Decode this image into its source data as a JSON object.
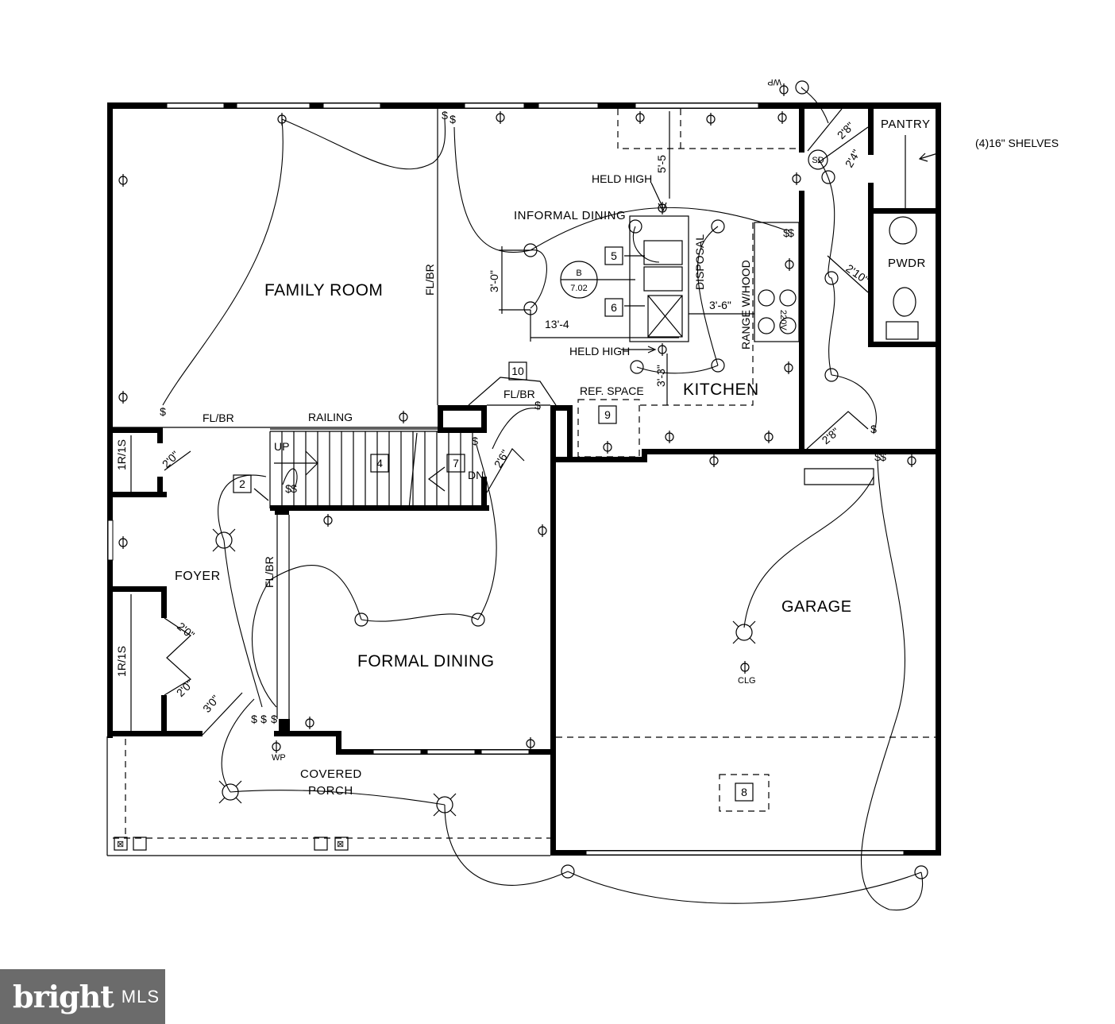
{
  "rooms": {
    "family_room": "FAMILY ROOM",
    "informal_dining": "INFORMAL DINING",
    "kitchen": "KITCHEN",
    "pantry": "PANTRY",
    "pwdr": "PWDR",
    "foyer": "FOYER",
    "formal_dining": "FORMAL DINING",
    "garage": "GARAGE",
    "covered_porch_1": "COVERED",
    "covered_porch_2": "PORCH"
  },
  "notes": {
    "shelves": "(4)16\" SHELVES",
    "held_high_top": "HELD HIGH",
    "held_high_bottom": "HELD HIGH",
    "disposal": "DISPOSAL",
    "range_hood": "RANGE W/HOOD",
    "ref_space": "REF. SPACE",
    "railing": "RAILING",
    "fl_br_1": "FL/BR",
    "fl_br_2": "FL/BR",
    "fl_br_3": "FL/BR",
    "fl_br_4": "FL/BR",
    "up": "UP",
    "dn": "DN",
    "r1s_top": "1R/1S",
    "r1s_bottom": "1R/1S",
    "sd": "SD",
    "wp_top": "WP",
    "wp_bottom": "WP",
    "clg": "CLG",
    "v220": "220V",
    "b_tag_1": "B",
    "b_tag_2": "7.02"
  },
  "dimensions": {
    "d_5_5": "5'-5",
    "d_3_0": "3'-0\"",
    "d_13_4": "13'-4",
    "d_3_6": "3'-6\"",
    "d_3_3": "3'-3\"",
    "d_2_8a": "2'8\"",
    "d_2_4": "2'4\"",
    "d_2_10": "2'10\"",
    "d_2_8b": "2'8\"",
    "d_2_0a": "2'0\"",
    "d_2_0b": "2'0\"",
    "d_2_0c": "2'0\"",
    "d_3_0b": "3'0\"",
    "d_2_6": "2'6\""
  },
  "tags": {
    "t2": "2",
    "t4": "4",
    "t5": "5",
    "t6": "6",
    "t7": "7",
    "t8": "8",
    "t9": "9",
    "t10": "10"
  },
  "brand": {
    "name": "bright",
    "suffix": "MLS"
  }
}
